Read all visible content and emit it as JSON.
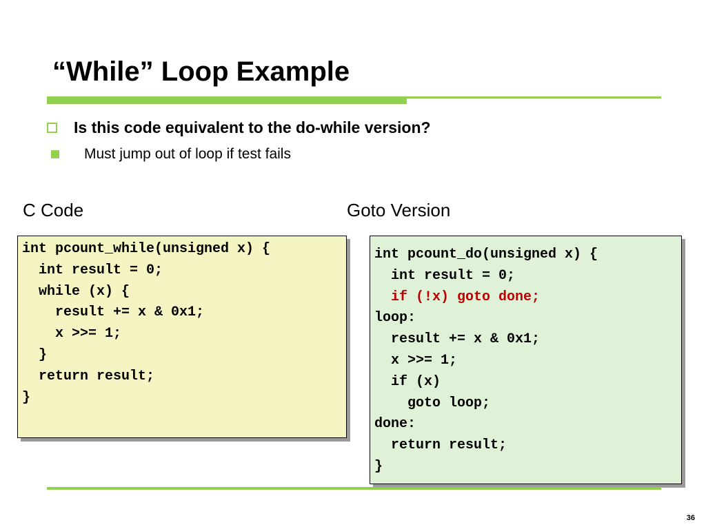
{
  "slide": {
    "title": "“While” Loop Example",
    "number": "36",
    "accent_color": "#92d050"
  },
  "bullets": [
    {
      "text": "Is this code equivalent to the do-while version?",
      "marker": "hollow-square-icon"
    },
    {
      "text": "Must jump out of loop if test fails",
      "marker": "solid-square-icon"
    }
  ],
  "left_column": {
    "heading": "C Code",
    "background": "#f5f4c3",
    "lines": [
      "int pcount_while(unsigned x) {",
      "  int result = 0;",
      "  while (x) {",
      "    result += x & 0x1;",
      "    x >>= 1;",
      "  }",
      "  return result;",
      "}"
    ]
  },
  "right_column": {
    "heading": "Goto Version",
    "background": "#dff2d8",
    "highlight_color": "#c00000",
    "lines": [
      "int pcount_do(unsigned x) {",
      "  int result = 0;",
      "  if (!x) goto done;",
      "loop:",
      "  result += x & 0x1;",
      "  x >>= 1;",
      "  if (x)",
      "    goto loop;",
      "done:",
      "  return result;",
      "}"
    ]
  }
}
